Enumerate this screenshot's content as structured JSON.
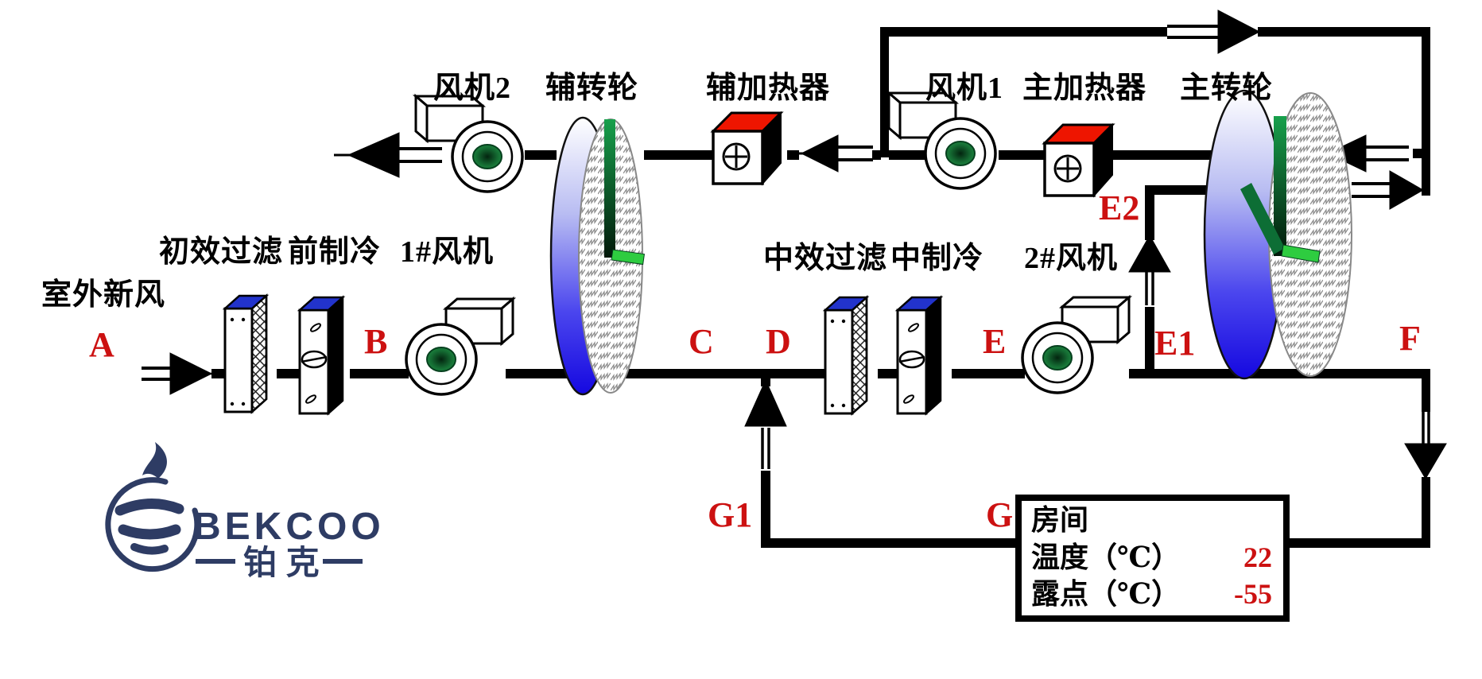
{
  "top_row": {
    "fan2": "风机2",
    "aux_wheel": "辅转轮",
    "aux_heater": "辅加热器",
    "fan1": "风机1",
    "main_heater": "主加热器",
    "main_wheel": "主转轮"
  },
  "component_row": {
    "pre_filter": "初效过滤",
    "pre_cooler": "前制冷",
    "fan_no1": "1#风机",
    "mid_filter": "中效过滤",
    "mid_cooler": "中制冷",
    "fan_no2": "2#风机"
  },
  "inlet": {
    "label": "室外新风"
  },
  "points": {
    "A": "A",
    "B": "B",
    "C": "C",
    "D": "D",
    "E": "E",
    "E1": "E1",
    "E2": "E2",
    "F": "F",
    "G": "G",
    "G1": "G1"
  },
  "room": {
    "title": "房间",
    "temp_label": "温度（℃）",
    "temp_value": "22",
    "dewpoint_label": "露点（℃）",
    "dewpoint_value": "-55"
  },
  "logo": {
    "brand": "BEKCOO",
    "brand_cn": "铂 克"
  },
  "colors": {
    "point_red": "#cc1111",
    "logo_navy": "#2e3c64",
    "heater_red": "#ee1500",
    "panel_blue": "#2233cc",
    "wheel_blue": "#1508e0",
    "spoke_green_dark": "#0d6e35",
    "spoke_green_bright": "#2ecc40",
    "fan_hub_green": "#1f8f43"
  }
}
